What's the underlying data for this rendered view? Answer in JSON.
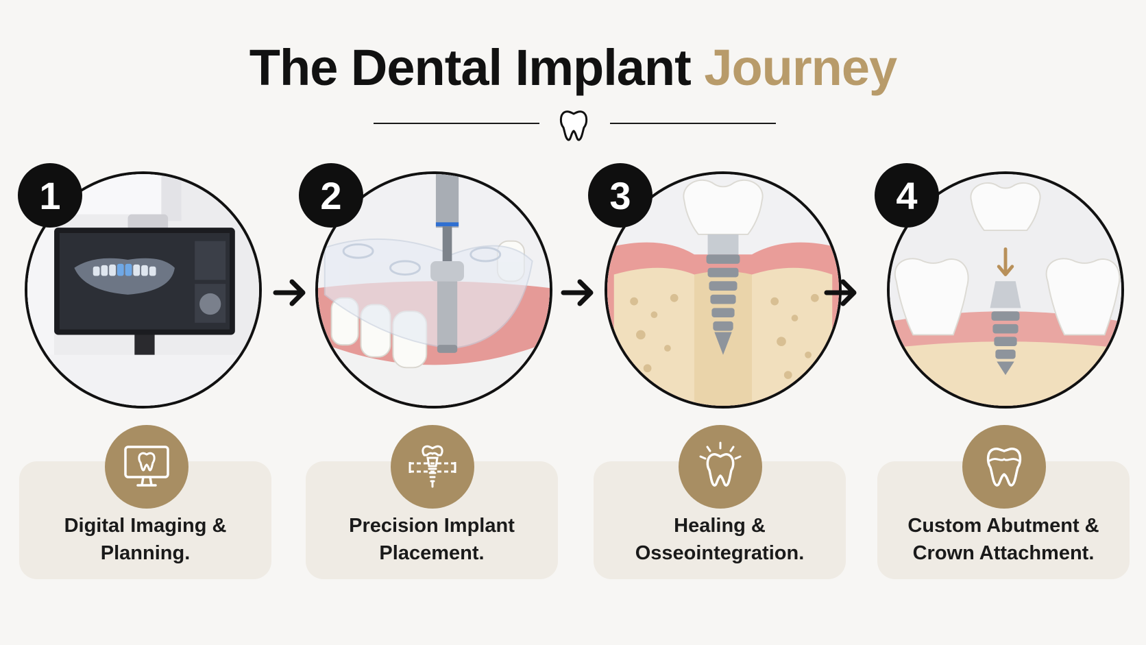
{
  "header": {
    "title_main": "The Dental Implant",
    "title_accent": "Journey",
    "divider_icon": "tooth-icon"
  },
  "colors": {
    "accent": "#b89b6a",
    "medal": "#a88e63",
    "card": "#efebe4",
    "badge": "#0f0f0f",
    "gum": "#e9a7a3",
    "bone": "#f1dfbd"
  },
  "steps": [
    {
      "number": "1",
      "label_line1": "Digital Imaging &",
      "label_line2": "Planning.",
      "illustration": "ct-scanner-monitor",
      "icon": "monitor-tooth-icon"
    },
    {
      "number": "2",
      "label_line1": "Precision Implant",
      "label_line2": "Placement.",
      "illustration": "surgical-guide-drill",
      "icon": "implant-guide-icon"
    },
    {
      "number": "3",
      "label_line1": "Healing &",
      "label_line2": "Osseointegration.",
      "illustration": "implant-in-bone",
      "icon": "shining-tooth-icon"
    },
    {
      "number": "4",
      "label_line1": "Custom Abutment &",
      "label_line2": "Crown Attachment.",
      "illustration": "crown-on-abutment",
      "icon": "crown-icon"
    }
  ],
  "arrows": [
    "arrow-right-icon",
    "arrow-right-icon",
    "arrow-right-icon"
  ]
}
